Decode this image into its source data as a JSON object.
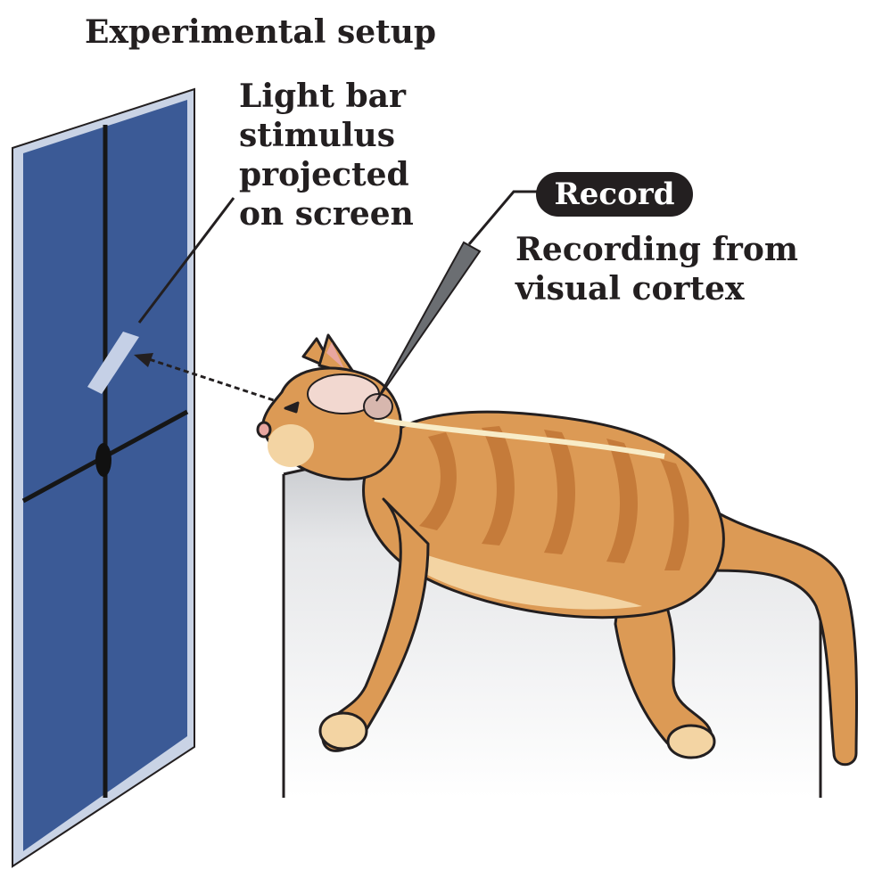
{
  "title": "Experimental setup",
  "stimulus_label": [
    "Light bar",
    "stimulus",
    "projected",
    "on screen"
  ],
  "record_button": "Record",
  "recording_label": [
    "Recording from",
    "visual cortex"
  ],
  "colors": {
    "screen": "#3b5a96",
    "screen_frame": "#c9d3e5",
    "cat_fur": "#dc9a55",
    "cat_stripe": "#c57b3a",
    "cat_belly": "#f3d4a3",
    "table": "#e3e4e6",
    "badge": "#231f20"
  }
}
